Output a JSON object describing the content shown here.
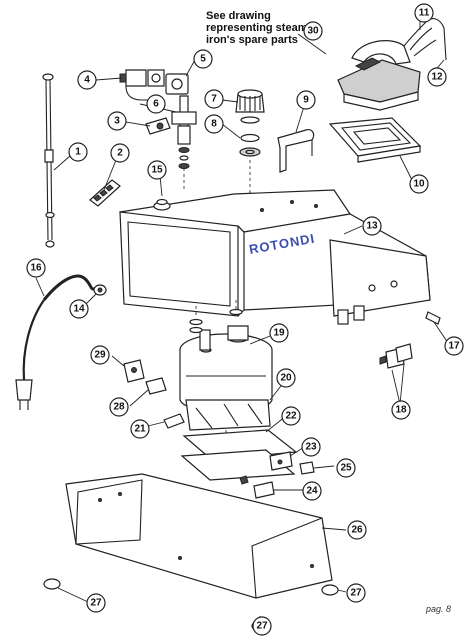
{
  "note": {
    "lines": [
      "See drawing",
      "representing steam",
      "iron's spare parts"
    ]
  },
  "brand_label": "ROTONDI",
  "page_label": "pag. 8",
  "callouts": [
    "1",
    "2",
    "3",
    "4",
    "5",
    "6",
    "7",
    "8",
    "9",
    "10",
    "11",
    "12",
    "13",
    "14",
    "15",
    "16",
    "17",
    "18",
    "19",
    "20",
    "21",
    "22",
    "23",
    "24",
    "25",
    "26",
    "27",
    "27",
    "28",
    "29",
    "30"
  ]
}
